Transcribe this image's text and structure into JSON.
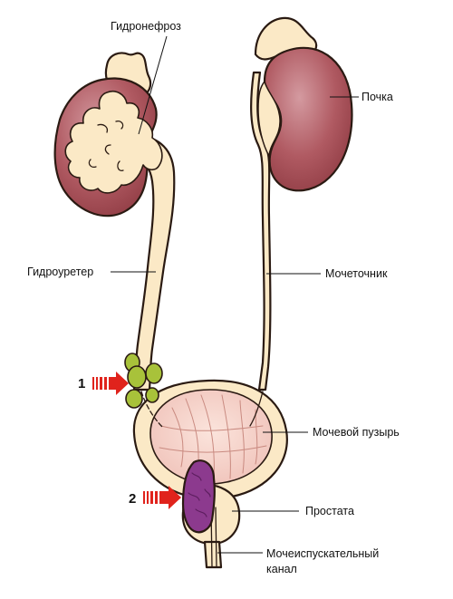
{
  "labels": {
    "hydronephrosis": "Гидронефроз",
    "kidney": "Почка",
    "hydroureter": "Гидроуретер",
    "ureter": "Мочеточник",
    "bladder": "Мочевой пузырь",
    "prostate": "Простата",
    "urethra_line1": "Мочеиспускательный",
    "urethra_line2": "канал"
  },
  "markers": {
    "marker1": "1",
    "marker2": "2"
  },
  "colors": {
    "tissue": "#fbe9c6",
    "kidney_fill": "#a84a4f",
    "kidney_light": "#c9868a",
    "bladder_inner": "#f6d7d0",
    "stone_green": "#a8c23a",
    "prostate_purple": "#8c3a8e",
    "arrow_red": "#e0231c",
    "outline": "#2a1a12"
  }
}
